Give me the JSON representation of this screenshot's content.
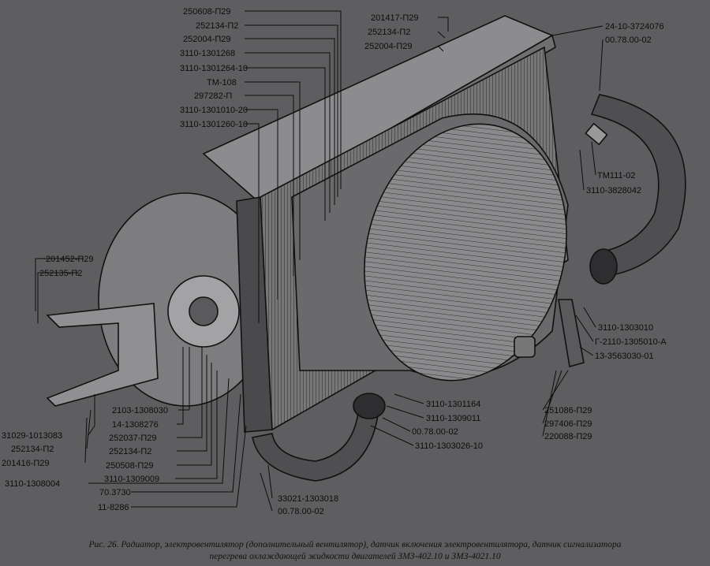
{
  "figure": {
    "caption_line1": "Рис. 26. Радиатор, электровентилятор (дополнительный вентилятор), датчик включения электровентилятора, датчик сигнализатора",
    "caption_line2": "перегрева охлаждающей жидкости двигателей ЗМЗ-402.10 и ЗМЗ-4021.10"
  },
  "labels": {
    "top_left": [
      "250608-П29",
      "252134-П2",
      "252004-П29",
      "3110-1301268",
      "3110-1301264-10",
      "ТМ-108",
      "297282-П",
      "3110-1301010-20",
      "3110-1301260-10"
    ],
    "top_center": [
      "201417-П29",
      "252134-П2",
      "252004-П29"
    ],
    "top_right": [
      "24-10-3724076",
      "00.78.00-02"
    ],
    "sensor": [
      "ТМ111-02",
      "3110-3828042"
    ],
    "left_bracket": [
      "201452-П29",
      "252135-П2"
    ],
    "left_lower": [
      "31029-1013083",
      "252134-П2",
      "201416-П29"
    ],
    "motor": [
      "2103-1308030",
      "14-1308276",
      "252037-П29",
      "252134-П2",
      "250508-П29",
      "3110-1309009"
    ],
    "bottom_left": [
      "3110-1308004",
      "70.3730",
      "11-8286"
    ],
    "bottom_center": [
      "33021-1303018",
      "00.78.00-02"
    ],
    "bottom_mid": [
      "3110-1301164",
      "3110-1309011",
      "00.78.00-02",
      "3110-1303026-10"
    ],
    "right_lower": [
      "3110-1303010",
      "Г-2110-1305010-А",
      "13-3563030-01"
    ],
    "right_bottom": [
      "251086-П29",
      "297406-П29",
      "220088-П29"
    ]
  }
}
